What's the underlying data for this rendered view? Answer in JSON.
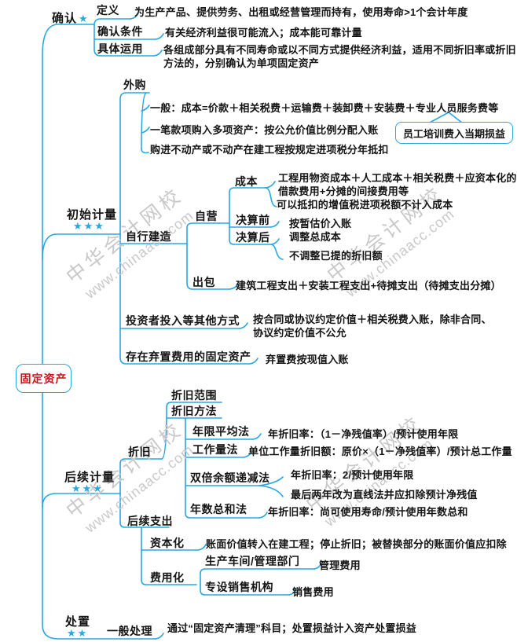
{
  "colors": {
    "line": "#2aa7e0",
    "star": "#2aa7e0",
    "root_text": "#d1101a",
    "text": "#141414",
    "watermark": "#c9c9c9"
  },
  "watermark": {
    "line1": "中华会计网校",
    "line2": "www.chinaacc.com"
  },
  "root": {
    "label": "固定资产"
  },
  "recognition": {
    "label": "确认",
    "stars": "★",
    "definition": {
      "label": "定义",
      "text": "为生产产品、提供劳务、出租或经营管理而持有，使用寿命>1个会计年度"
    },
    "conditions": {
      "label": "确认条件",
      "text": "有关经济利益很可能流入；成本能可靠计量"
    },
    "application": {
      "label": "具体运用",
      "text": "各组成部分具有不同寿命或以不同方式提供经济利益，适用不同折旧率或折旧\n方法的，分别确认为单项固定资产"
    }
  },
  "initial_measurement": {
    "label": "初始计量",
    "stars": "★★★",
    "purchase": {
      "label": "外购",
      "items": [
        "一般：成本=价款＋相关税费＋运输费＋装卸费＋安装费＋专业人员服务费等",
        "一笔款项购入多项资产：按公允价值比例分配入账",
        "购进不动产或不动产在建工程按规定进项税分年抵扣"
      ],
      "callout": "员工培训费入当期损益"
    },
    "self_construction": {
      "label": "自行建造",
      "self_operated": {
        "label": "自营",
        "cost": {
          "label": "成本",
          "text1": "工程用物资成本＋人工成本＋相关税费＋应资本化的\n借款费用+分摊的间接费用等",
          "text2": "可以抵扣的增值税进项税额不计入成本"
        },
        "before_settlement": {
          "label": "决算前",
          "text": "按暂估价入账"
        },
        "after_settlement": {
          "label": "决算后",
          "text1": "调整总成本",
          "text2": "不调整已提的折旧额"
        }
      },
      "outsourced": {
        "label": "出包",
        "text": "建筑工程支出＋安装工程支出+待摊支出（待摊支出分摊）"
      }
    },
    "investor": {
      "label": "投资者投入等其他方式",
      "text": "按合同或协议约定价值＋相关税费入账，除非合同、\n协议约定价值不公允"
    },
    "disposal_cost": {
      "label": "存在弃置费用的固定资产",
      "text": "弃置费按现值入账"
    }
  },
  "subsequent_measurement": {
    "label": "后续计量",
    "stars": "★★★",
    "depreciation": {
      "label": "折旧",
      "scope": {
        "label": "折旧范围"
      },
      "methods": {
        "label": "折旧方法",
        "straight_line": {
          "label": "年限平均法",
          "text": "年折旧率：（1－净残值率）/预计使用年限"
        },
        "units_of_production": {
          "label": "工作量法",
          "text": "单位工作量折旧额：原价×（1－净残值率）/预计总工作量"
        },
        "double_declining": {
          "label": "双倍余额递减法",
          "text1": "年折旧率：2/预计使用年限",
          "text2": "最后两年改为直线法并应扣除预计净残值"
        },
        "sum_of_years": {
          "label": "年数总和法",
          "text": "年折旧率：尚可使用寿命/预计使用年数总和"
        }
      }
    },
    "subsequent_expenditure": {
      "label": "后续支出",
      "capitalized": {
        "label": "资本化",
        "text": "账面价值转入在建工程；停止折旧；被替换部分的账面价值应扣除"
      },
      "expensed": {
        "label": "费用化",
        "workshop": {
          "label": "生产车间/管理部门",
          "text": "管理费用"
        },
        "sales_org": {
          "label": "专设销售机构",
          "text": "销售费用"
        }
      }
    }
  },
  "disposal": {
    "label": "处置",
    "stars": "★★",
    "general": {
      "label": "一般处理",
      "text": "通过“固定资产清理”科目；处置损益计入资产处置损益"
    }
  }
}
